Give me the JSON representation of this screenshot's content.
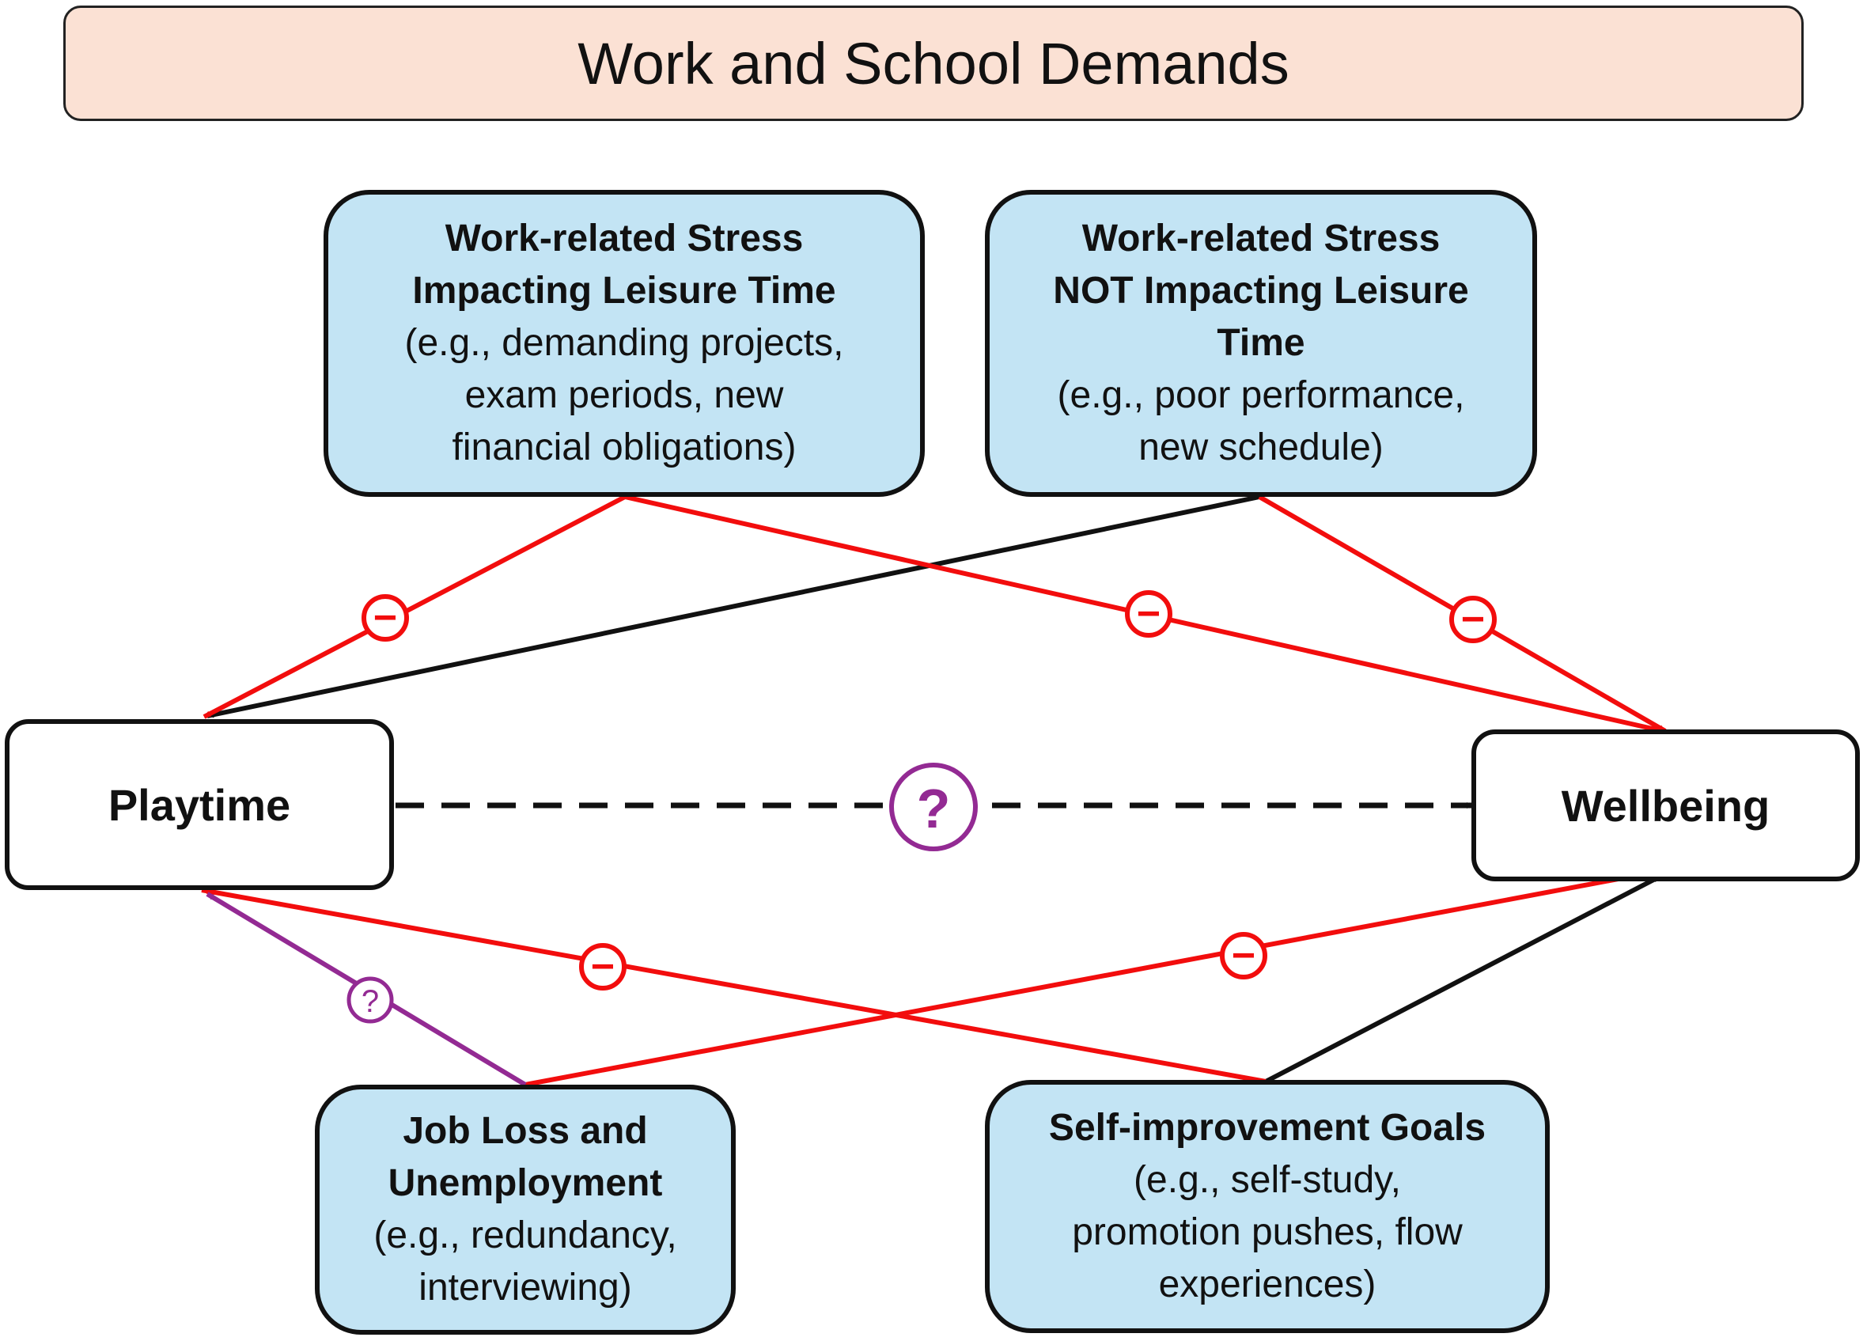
{
  "header": {
    "title": "Work and School Demands"
  },
  "factors": {
    "top_left": {
      "title_line1": "Work-related Stress",
      "title_line2": "Impacting Leisure Time",
      "example_line1": "(e.g., demanding projects,",
      "example_line2": "exam periods, new",
      "example_line3": "financial obligations)"
    },
    "top_right": {
      "title_line1": "Work-related Stress",
      "title_line2": "NOT Impacting Leisure",
      "title_line3": "Time",
      "example_line1": "(e.g., poor performance,",
      "example_line2": "new schedule)"
    },
    "bottom_left": {
      "title_line1": "Job Loss and",
      "title_line2": "Unemployment",
      "example_line1": "(e.g., redundancy,",
      "example_line2": "interviewing)"
    },
    "bottom_right": {
      "title_line1": "Self-improvement Goals",
      "example_line1": "(e.g., self-study,",
      "example_line2": "promotion pushes, flow",
      "example_line3": "experiences)"
    }
  },
  "outcomes": {
    "playtime": "Playtime",
    "wellbeing": "Wellbeing"
  },
  "markers": {
    "negative_symbol": "−",
    "unknown_symbol": "?"
  },
  "colors": {
    "negative_effect": "#f20d0d",
    "no_effect": "#111111",
    "uncertain_effect": "#932a93",
    "title_fill": "#fbe1d4",
    "factor_fill": "#c3e4f4"
  }
}
